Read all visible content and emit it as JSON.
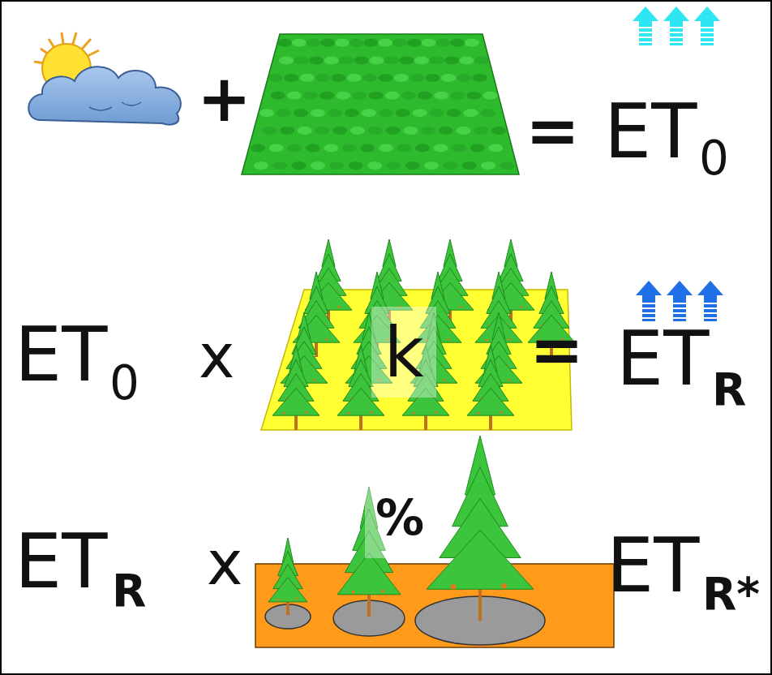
{
  "diagram": {
    "nodes": [
      {
        "text": [
          "k"
        ]
      },
      {
        "text": [
          "%"
        ]
      }
    ],
    "labels": [
      "+",
      "=",
      "ET",
      "0",
      "ET",
      "0",
      "x",
      "=",
      "ET",
      "R",
      "ET",
      "R",
      "x",
      "ET",
      "R*"
    ]
  }
}
